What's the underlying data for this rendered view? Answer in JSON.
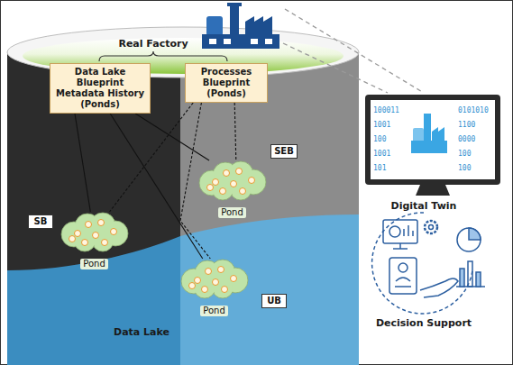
{
  "diagram": {
    "nodes": [
      {
        "text": [
          "Data Lake Blueprint Metadata History (Ponds)"
        ]
      },
      {
        "text": [
          "Processes Blueprint (Ponds)"
        ]
      },
      {
        "text": [
          "SEB"
        ]
      },
      {
        "text": [
          "Pond"
        ]
      },
      {
        "text": [
          "SB"
        ]
      },
      {
        "text": [
          "Pond"
        ]
      },
      {
        "text": [
          "Pond"
        ]
      },
      {
        "text": [
          "UB"
        ]
      }
    ],
    "edges": [
      {
        "from": 0,
        "to": 5,
        "arrow": "none"
      },
      {
        "from": 0,
        "to": 3,
        "arrow": "none"
      },
      {
        "from": 0,
        "to": 6,
        "arrow": "none"
      },
      {
        "from": 1,
        "to": 5,
        "arrow": "none"
      },
      {
        "from": 1,
        "to": 6,
        "arrow": "none"
      },
      {
        "from": 1,
        "to": 3,
        "arrow": "none"
      }
    ],
    "labels": [
      "Real Factory",
      "Data Lake",
      "Digital Twin",
      "Decision Support",
      "100011",
      "0101010",
      "1001",
      "1100",
      "100",
      "0000",
      "1001",
      "100",
      "101",
      "100"
    ]
  }
}
